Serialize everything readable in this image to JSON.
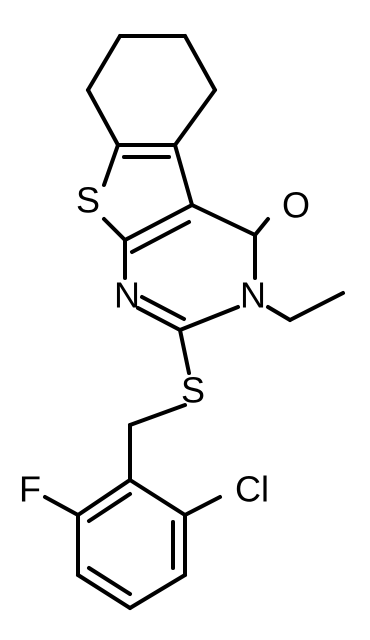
{
  "molecule": {
    "atoms": {
      "sulfur_ring": "S",
      "oxygen": "O",
      "nitrogen_1": "N",
      "nitrogen_3": "N",
      "sulfur_thioether": "S",
      "fluorine": "F",
      "chlorine": "Cl"
    }
  }
}
